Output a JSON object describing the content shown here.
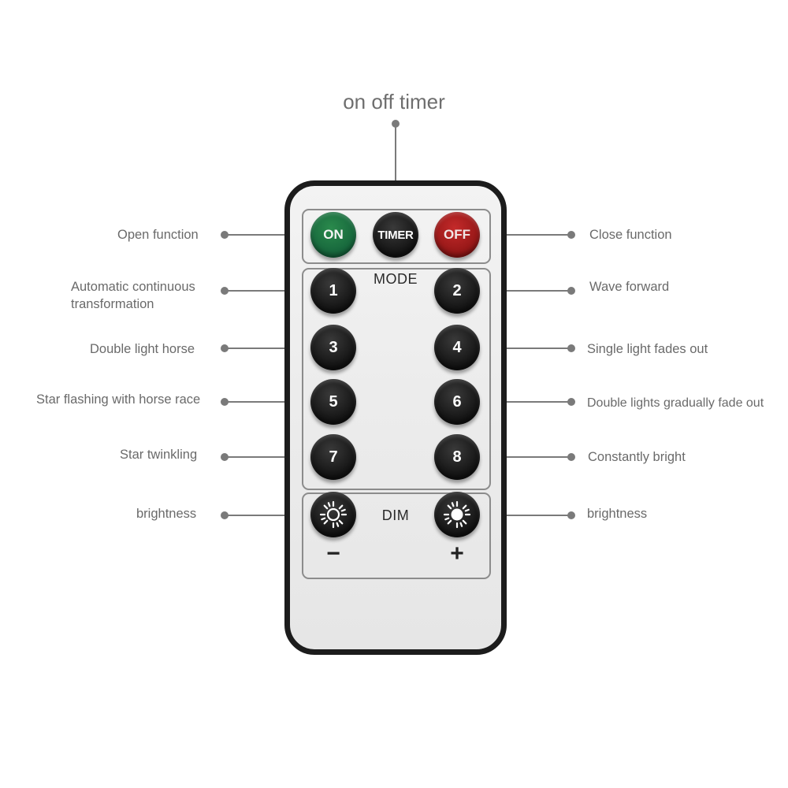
{
  "title": "on off timer",
  "remote": {
    "power_row": {
      "on": "ON",
      "timer": "TIMER",
      "off": "OFF"
    },
    "mode_panel": {
      "label": "MODE",
      "buttons": [
        "1",
        "2",
        "3",
        "4",
        "5",
        "6",
        "7",
        "8"
      ]
    },
    "dim_panel": {
      "label": "DIM",
      "minus": "−",
      "plus": "+"
    }
  },
  "labels": {
    "left": {
      "open": "Open function",
      "auto": [
        "Automatic continuous",
        "transformation"
      ],
      "double_horse": "Double light horse",
      "star_race": "Star flashing with horse race",
      "star_twinkling": "Star twinkling",
      "brightness": "brightness"
    },
    "right": {
      "close": "Close function",
      "wave": "Wave forward",
      "single_fade": "Single light fades out",
      "double_fade": "Double lights gradually fade out",
      "constant": "Constantly bright",
      "brightness": "brightness"
    }
  },
  "icons": {
    "brightness_down": "sun-outline-icon",
    "brightness_up": "sun-filled-icon"
  }
}
